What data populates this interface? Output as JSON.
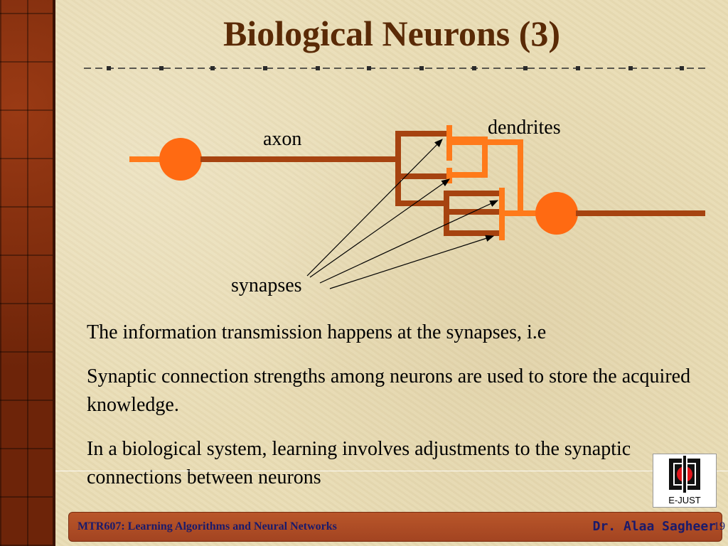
{
  "slide": {
    "title": "Biological Neurons (3)"
  },
  "diagram": {
    "labels": {
      "axon": "axon",
      "dendrites": "dendrites",
      "synapses": "synapses"
    },
    "colors": {
      "neuron_body": "#ff6a12",
      "axon_dark": "#a64310",
      "dendrite_light": "#ff7a1a",
      "arrow": "#000000"
    }
  },
  "body": {
    "paragraphs": [
      "The information transmission happens at the synapses, i.e",
      "Synaptic connection strengths among neurons are used to store the acquired knowledge.",
      "In a biological system, learning involves adjustments to the synaptic connections between neurons"
    ]
  },
  "logo": {
    "caption": "E-JUST"
  },
  "footer": {
    "course": "MTR607: Learning Algorithms and Neural Networks",
    "author": "Dr. Alaa Sagheer",
    "page": "19"
  }
}
